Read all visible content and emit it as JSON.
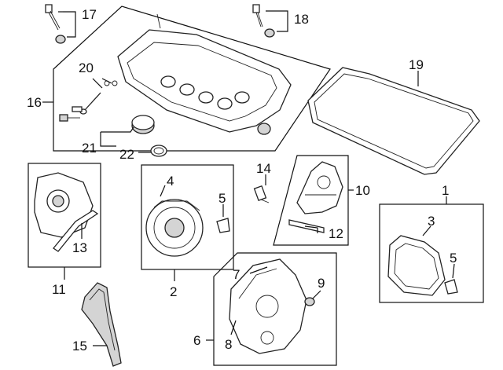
{
  "diagram": {
    "callouts": [
      {
        "id": "c1",
        "label": "1"
      },
      {
        "id": "c2",
        "label": "2"
      },
      {
        "id": "c3",
        "label": "3"
      },
      {
        "id": "c4",
        "label": "4"
      },
      {
        "id": "c5a",
        "label": "5"
      },
      {
        "id": "c5b",
        "label": "5"
      },
      {
        "id": "c6",
        "label": "6"
      },
      {
        "id": "c7",
        "label": "7"
      },
      {
        "id": "c8",
        "label": "8"
      },
      {
        "id": "c9",
        "label": "9"
      },
      {
        "id": "c10",
        "label": "10"
      },
      {
        "id": "c11",
        "label": "11"
      },
      {
        "id": "c12",
        "label": "12"
      },
      {
        "id": "c13",
        "label": "13"
      },
      {
        "id": "c14",
        "label": "14"
      },
      {
        "id": "c15",
        "label": "15"
      },
      {
        "id": "c16",
        "label": "16"
      },
      {
        "id": "c17",
        "label": "17"
      },
      {
        "id": "c18",
        "label": "18"
      },
      {
        "id": "c19",
        "label": "19"
      },
      {
        "id": "c20",
        "label": "20"
      },
      {
        "id": "c21",
        "label": "21"
      },
      {
        "id": "c22",
        "label": "22"
      }
    ]
  }
}
